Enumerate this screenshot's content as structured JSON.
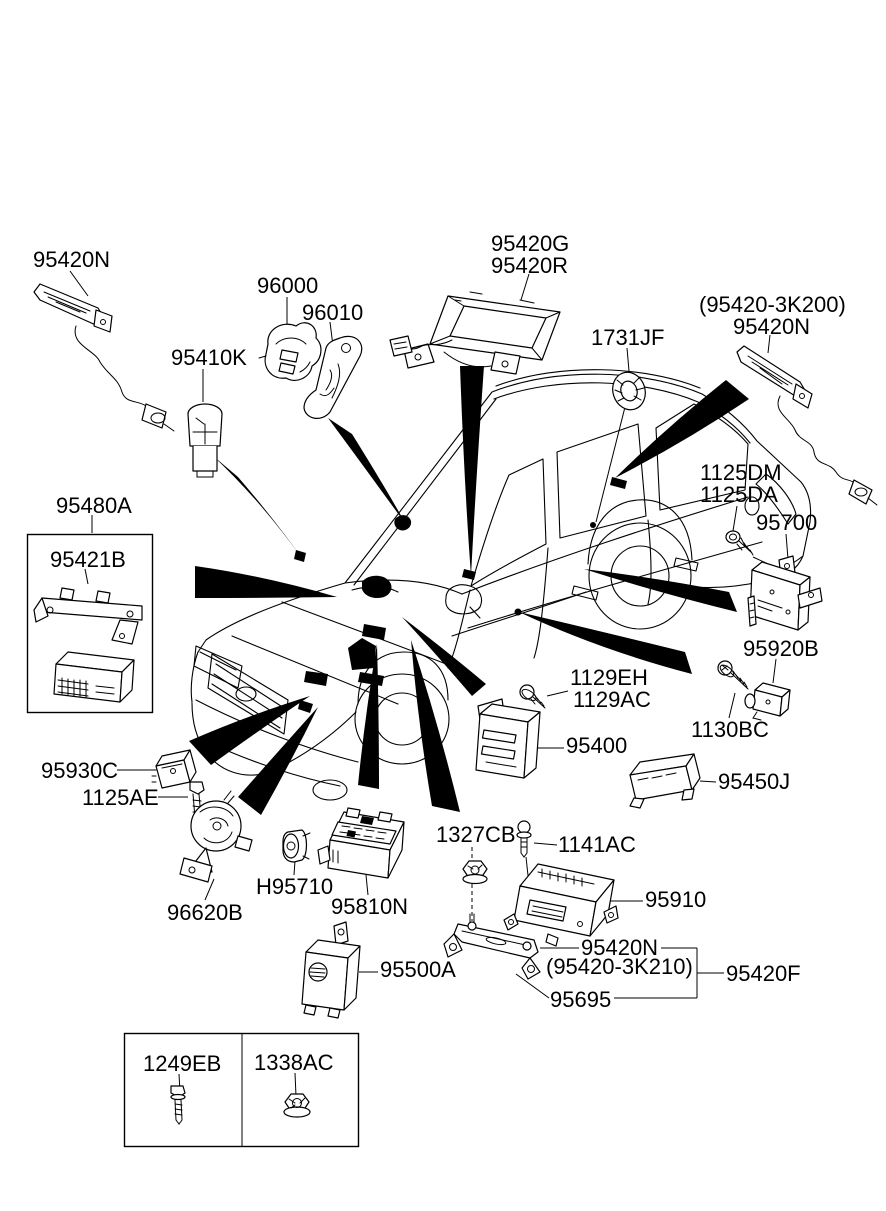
{
  "figure": {
    "kind": "vehicle-parts-exploded-diagram",
    "subject": "Relay & Module parts diagram with SUV body illustration",
    "background_color": "#ffffff",
    "line_color": "#000000"
  },
  "labels": {
    "antenna_front": "95420N",
    "keyless_tx": "96000",
    "key_blank": "96010",
    "roof_antenna_g": "95420G",
    "roof_antenna_r": "95420R",
    "hazard_button": "95410K",
    "grommet": "1731JF",
    "rear_antenna_alt": "(95420-3K200)",
    "rear_antenna": "95420N",
    "bolt_dm": "1125DM",
    "bolt_da": "1125DA",
    "body_module": "95700",
    "impact_sensor": "95920B",
    "bolt_bc": "1130BC",
    "module_kit": "95480A",
    "kit_bracket": "95421B",
    "relay_front": "95930C",
    "bolt_ae": "1125AE",
    "horn": "96620B",
    "sensor_h": "H95710",
    "module_center": "95810N",
    "nut_cb": "1327CB",
    "bolt_ac": "1141AC",
    "airbag_module": "95910",
    "relay_assy": "95400",
    "icm_relay": "95450J",
    "screw_eh": "1129EH",
    "screw_ac": "1129AC",
    "relay_95500a": "95500A",
    "bracket_antenna": "95420N",
    "bracket_antenna_alt": "(95420-3K210)",
    "antenna_f": "95420F",
    "mounting_bracket": "95695",
    "bolt_eb": "1249EB",
    "nut_ac2": "1338AC"
  }
}
